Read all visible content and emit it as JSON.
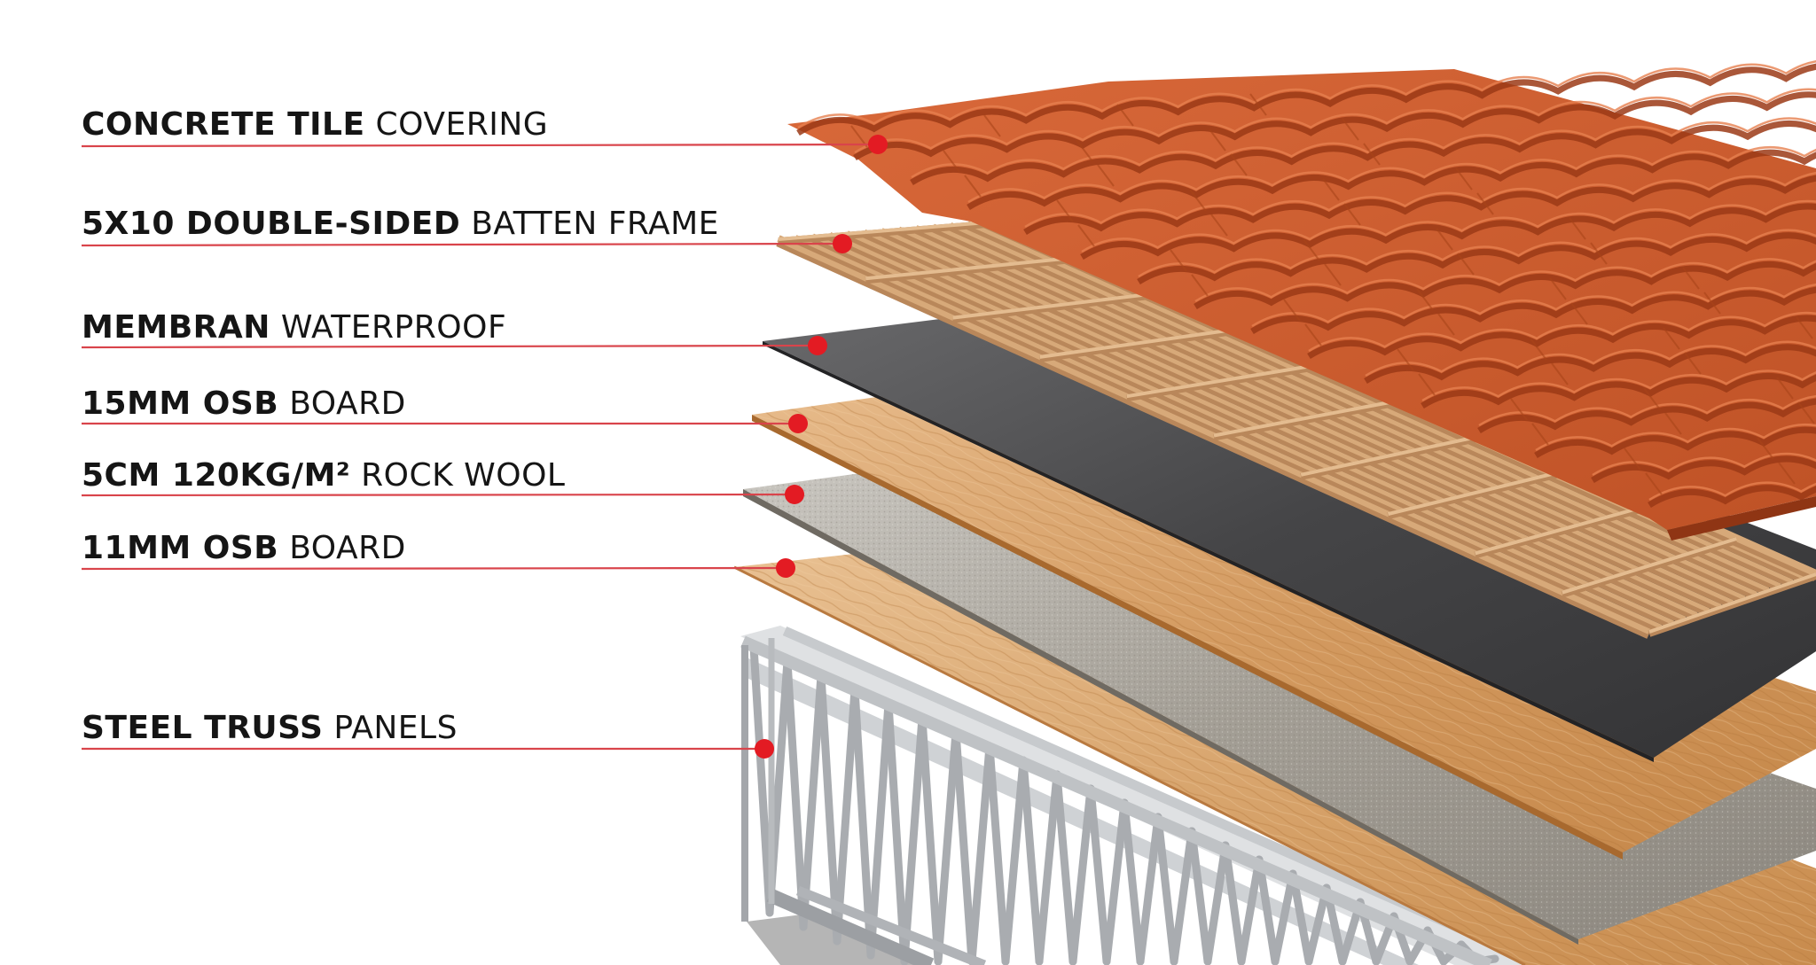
{
  "diagram": {
    "layers": [
      {
        "bold": "CONCRETE TILE",
        "rest": " COVERING"
      },
      {
        "bold": "5X10 DOUBLE-SIDED",
        "rest": " BATTEN FRAME"
      },
      {
        "bold": "MEMBRAN",
        "rest": " WATERPROOF"
      },
      {
        "bold": "15MM OSB",
        "rest": " BOARD"
      },
      {
        "bold": "5CM 120KG/M²",
        "rest": " ROCK WOOL"
      },
      {
        "bold": "11MM OSB",
        "rest": " BOARD"
      },
      {
        "bold": "STEEL TRUSS",
        "rest": " PANELS"
      }
    ]
  },
  "colors": {
    "leader_line": "#d9444b",
    "marker": "#e31b23",
    "tile": "#c9592c",
    "tile_shadow": "#9b3a16",
    "osb": "#d6a06b",
    "membrane": "#3e3e40",
    "rock_wool": "#9d9890",
    "batten": "#d7a979",
    "steel": "#b7babd"
  }
}
